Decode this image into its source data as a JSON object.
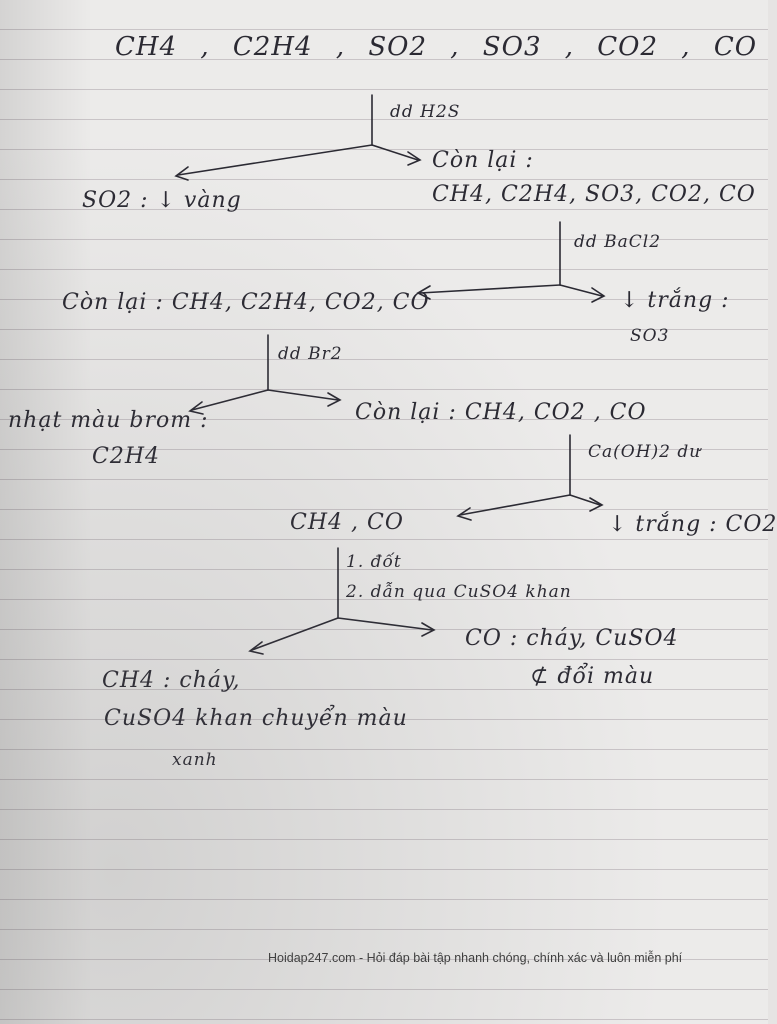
{
  "notes": {
    "row1_gases": "CH4 , C2H4 , SO2 , SO3 , CO2 , CO",
    "reagent1": "dd H2S",
    "rest1_label": "Còn lại :",
    "rest1_gases": "CH4, C2H4, SO3, CO2, CO",
    "so2_result": "SO2 : ↓ vàng",
    "reagent2": "dd BaCl2",
    "rest2": "Còn lại : CH4, C2H4, CO2, CO",
    "so3_result_1": "↓ trắng :",
    "so3_result_2": "SO3",
    "reagent3": "dd Br2",
    "bromine_result_1": "nhạt màu brom :",
    "bromine_result_2": "C2H4",
    "rest3": "Còn lại : CH4, CO2 , CO",
    "reagent4": "Ca(OH)2 dư",
    "co2_result": "↓ trắng : CO2",
    "rest4": "CH4 , CO",
    "step1": "1. đốt",
    "step2": "2. dẫn qua CuSO4 khan",
    "ch4_result_1": "CH4 : cháy,",
    "ch4_result_2": "CuSO4 khan chuyển màu",
    "ch4_result_3": "xanh",
    "co_result_1": "CO : cháy, CuSO4",
    "co_result_2": "⊄ đổi màu"
  },
  "footer": "Hoidap247.com - Hỏi đáp bài tập nhanh chóng, chính xác và luôn miễn phí",
  "colors": {
    "ink": "#2b2a33",
    "paper": "#ecebea",
    "rule": "#c9c4c7"
  }
}
